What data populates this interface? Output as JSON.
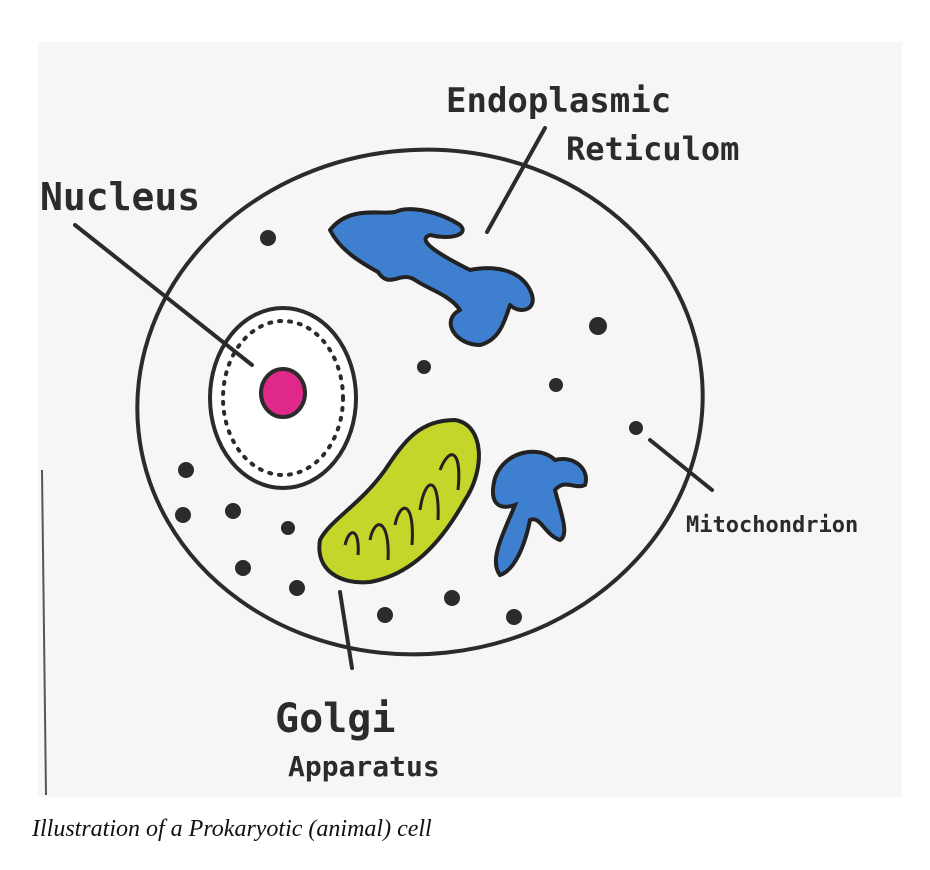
{
  "labels": {
    "nucleus": "Nucleus",
    "er_line1": "Endoplasmic",
    "er_line2": "Reticulom",
    "mitochondrion": "Mitochondrion",
    "golgi_line1": "Golgi",
    "golgi_line2": "Apparatus"
  },
  "caption": "Illustration of a Prokaryotic (animal) cell",
  "colors": {
    "outline": "#2b2b2b",
    "nucleolus": "#e0288a",
    "er": "#3f7fd0",
    "golgi": "#c4d62a",
    "paper": "#f6f6f6"
  }
}
